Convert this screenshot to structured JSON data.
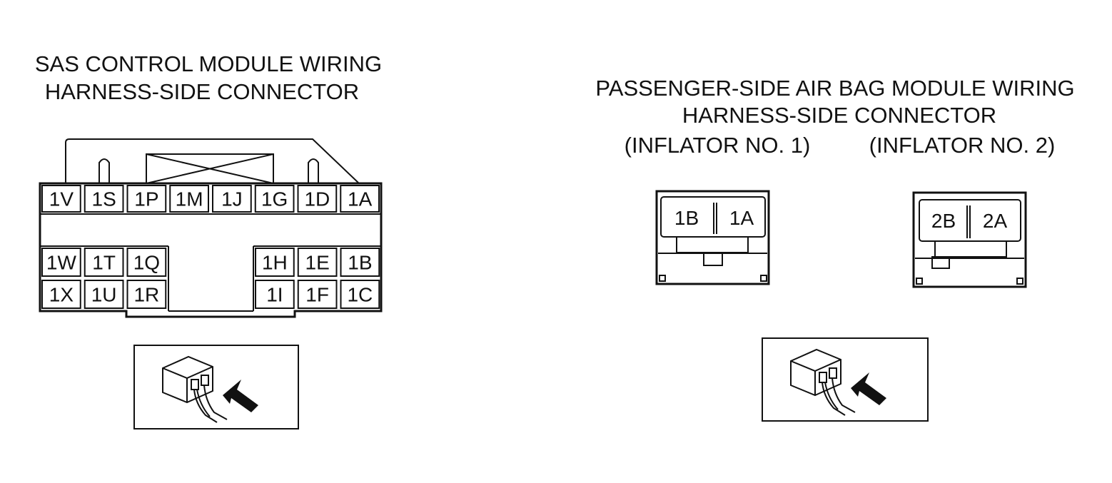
{
  "sas_connector": {
    "title_line1": "SAS CONTROL MODULE WIRING",
    "title_line2": "HARNESS-SIDE CONNECTOR",
    "top_row": [
      "1V",
      "1S",
      "1P",
      "1M",
      "1J",
      "1G",
      "1D",
      "1A"
    ],
    "left_block": [
      [
        "1W",
        "1T",
        "1Q"
      ],
      [
        "1X",
        "1U",
        "1R"
      ]
    ],
    "right_block": [
      [
        "1H",
        "1E",
        "1B"
      ],
      [
        "1I",
        "1F",
        "1C"
      ]
    ]
  },
  "airbag_connector": {
    "title_line1": "PASSENGER-SIDE AIR BAG MODULE WIRING",
    "title_line2": "HARNESS-SIDE CONNECTOR",
    "inflator1_label": "(INFLATOR NO. 1)",
    "inflator2_label": "(INFLATOR NO. 2)",
    "inflator1_pins": [
      "1B",
      "1A"
    ],
    "inflator2_pins": [
      "2B",
      "2A"
    ]
  },
  "icons": {
    "probe_view_icon": "harness-connector-probe-icon"
  },
  "colors": {
    "line": "#111111",
    "background": "#ffffff"
  }
}
